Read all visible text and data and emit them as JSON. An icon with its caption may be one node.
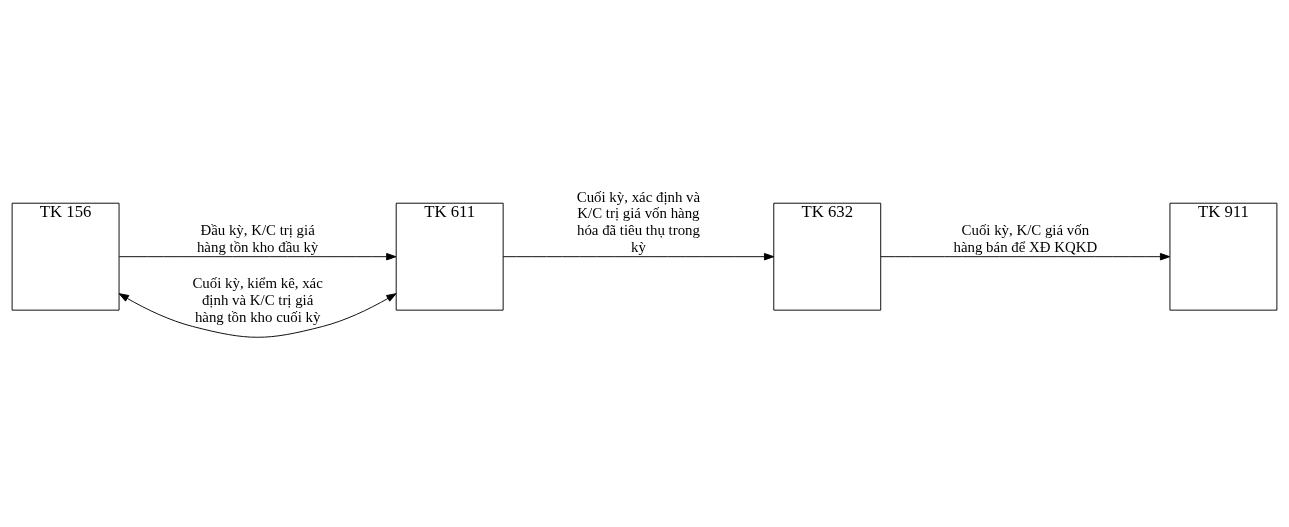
{
  "diagram": {
    "nodes": [
      {
        "text": [
          "TK 156"
        ]
      },
      {
        "text": [
          "TK 611"
        ]
      },
      {
        "text": [
          "TK 632"
        ]
      },
      {
        "text": [
          "TK 911"
        ]
      }
    ],
    "edges": [
      {
        "from": 0,
        "to": 1,
        "arrow": "to",
        "label": "Đầu kỳ, K/C trị giá hàng tồn kho đầu kỳ"
      },
      {
        "from": 1,
        "to": 2,
        "arrow": "to",
        "label": "Cuối kỳ, xác định và K/C trị giá vốn hàng hóa đã tiêu thụ trong kỳ"
      },
      {
        "from": 2,
        "to": 3,
        "arrow": "to",
        "label": "Cuối kỳ, K/C giá vốn hàng bán để XĐ KQKD"
      },
      {
        "from": 1,
        "to": 0,
        "arrow": "both",
        "label": "Cuối kỳ, kiểm kê, xác định và K/C trị giá hàng tồn kho cuối kỳ"
      }
    ]
  }
}
